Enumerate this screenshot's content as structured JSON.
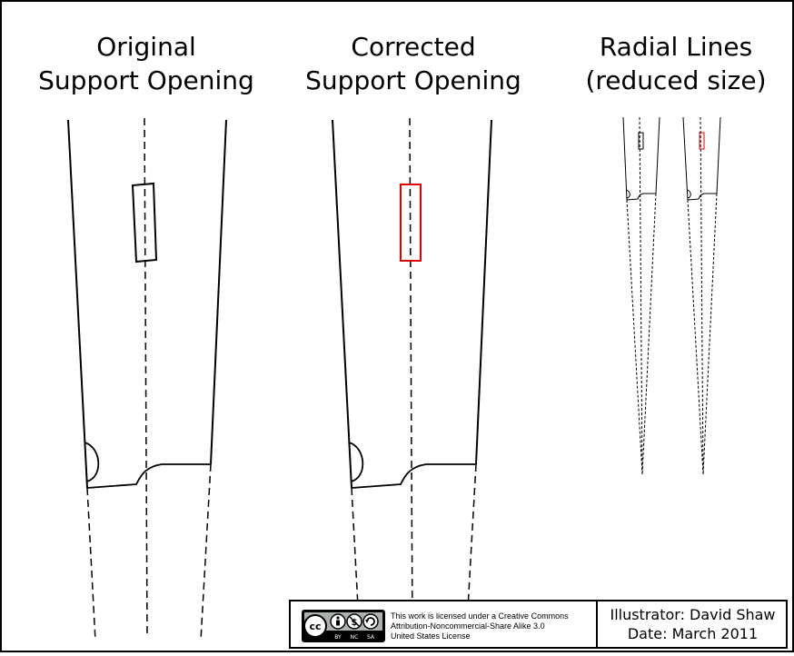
{
  "titles": {
    "original": [
      "Original",
      "Support Opening"
    ],
    "corrected": [
      "Corrected",
      "Support Opening"
    ],
    "radial": [
      "Radial Lines",
      "(reduced size)"
    ]
  },
  "license": {
    "badge": {
      "cc": "cc",
      "by": "BY",
      "nc": "NC",
      "sa": "SA"
    },
    "lines": [
      "This work is licensed under a Creative Commons",
      "Attribution-Noncommercial-Share Alike 3.0",
      "United States License"
    ]
  },
  "credits": {
    "illustrator": "Illustrator: David Shaw",
    "date": "Date: March 2011"
  },
  "colors": {
    "outline": "#000000",
    "correction": "#e00000",
    "background": "#ffffff"
  },
  "icons": [
    "creative-commons-icon",
    "attribution-icon",
    "noncommercial-icon",
    "share-alike-icon"
  ]
}
